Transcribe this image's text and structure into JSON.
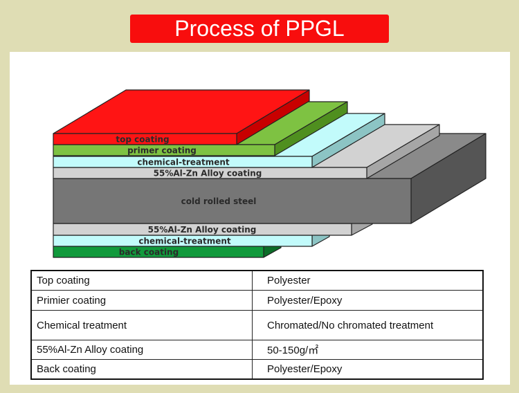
{
  "title": "Process of PPGL",
  "diagram": {
    "layers": [
      {
        "id": "top-coating",
        "label": "top coating",
        "color": "#ff1414",
        "side": "#c80000"
      },
      {
        "id": "primer-coating",
        "label": "primer coating",
        "color": "#7ec242",
        "side": "#4f8f1f"
      },
      {
        "id": "chemical-treatment-top",
        "label": "chemical-treatment",
        "color": "#c2fbfb",
        "side": "#8cc4c4"
      },
      {
        "id": "alloy-coating-top",
        "label": "55%Al-Zn Alloy coating",
        "color": "#d2d2d2",
        "side": "#a6a6a6"
      },
      {
        "id": "cold-rolled-steel",
        "label": "cold rolled steel",
        "color": "#767676",
        "side": "#555555"
      },
      {
        "id": "alloy-coating-bottom",
        "label": "55%Al-Zn Alloy coating",
        "color": "#d2d2d2",
        "side": "#a6a6a6"
      },
      {
        "id": "chemical-treatment-bottom",
        "label": "chemical-treatment",
        "color": "#c2fbfb",
        "side": "#8cc4c4"
      },
      {
        "id": "back-coating",
        "label": "back coating",
        "color": "#119a3c",
        "side": "#0b6d28"
      }
    ]
  },
  "table": {
    "rows": [
      {
        "layer": "Top coating",
        "spec": "Polyester"
      },
      {
        "layer": "Primier coating",
        "spec": "Polyester/Epoxy"
      },
      {
        "layer": "Chemical treatment",
        "spec": "Chromated/No chromated treatment"
      },
      {
        "layer": "55%Al-Zn Alloy coating",
        "spec": "50-150g/㎡"
      },
      {
        "layer": "Back coating",
        "spec": "Polyester/Epoxy"
      }
    ]
  }
}
